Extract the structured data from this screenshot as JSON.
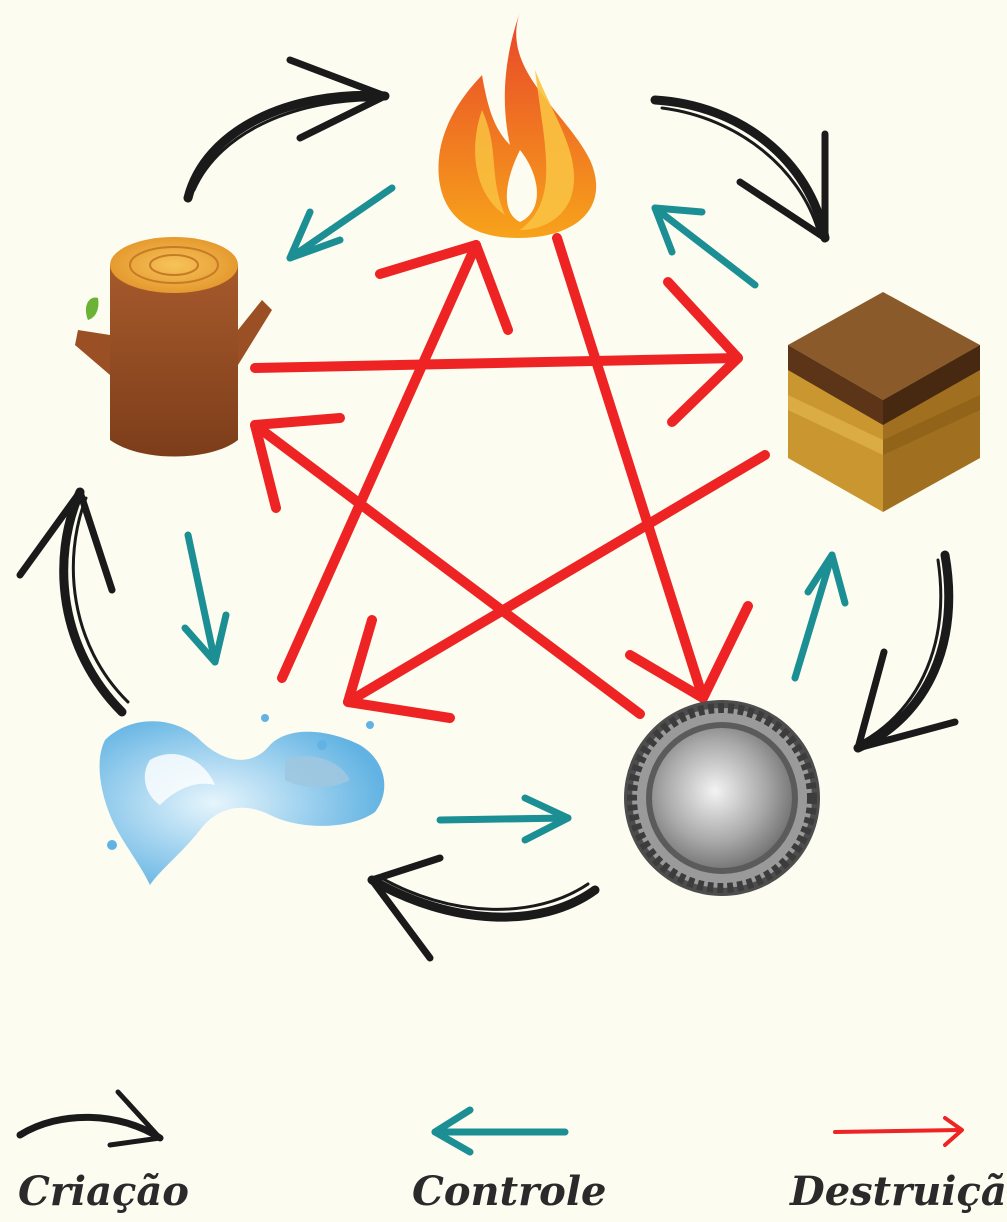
{
  "legend": {
    "creation_label": "Criação",
    "control_label": "Controle",
    "destruction_label": "Destruição"
  },
  "elements": [
    {
      "name": "fire",
      "icon": "flame-icon"
    },
    {
      "name": "earth",
      "icon": "soil-cube-icon"
    },
    {
      "name": "metal",
      "icon": "metal-disc-icon"
    },
    {
      "name": "water",
      "icon": "water-splash-icon"
    },
    {
      "name": "wood",
      "icon": "tree-stump-icon"
    }
  ],
  "colors": {
    "background": "#fdfcf1",
    "creation": "#1a1a1a",
    "control": "#1b8f93",
    "destruction": "#ee2424"
  }
}
